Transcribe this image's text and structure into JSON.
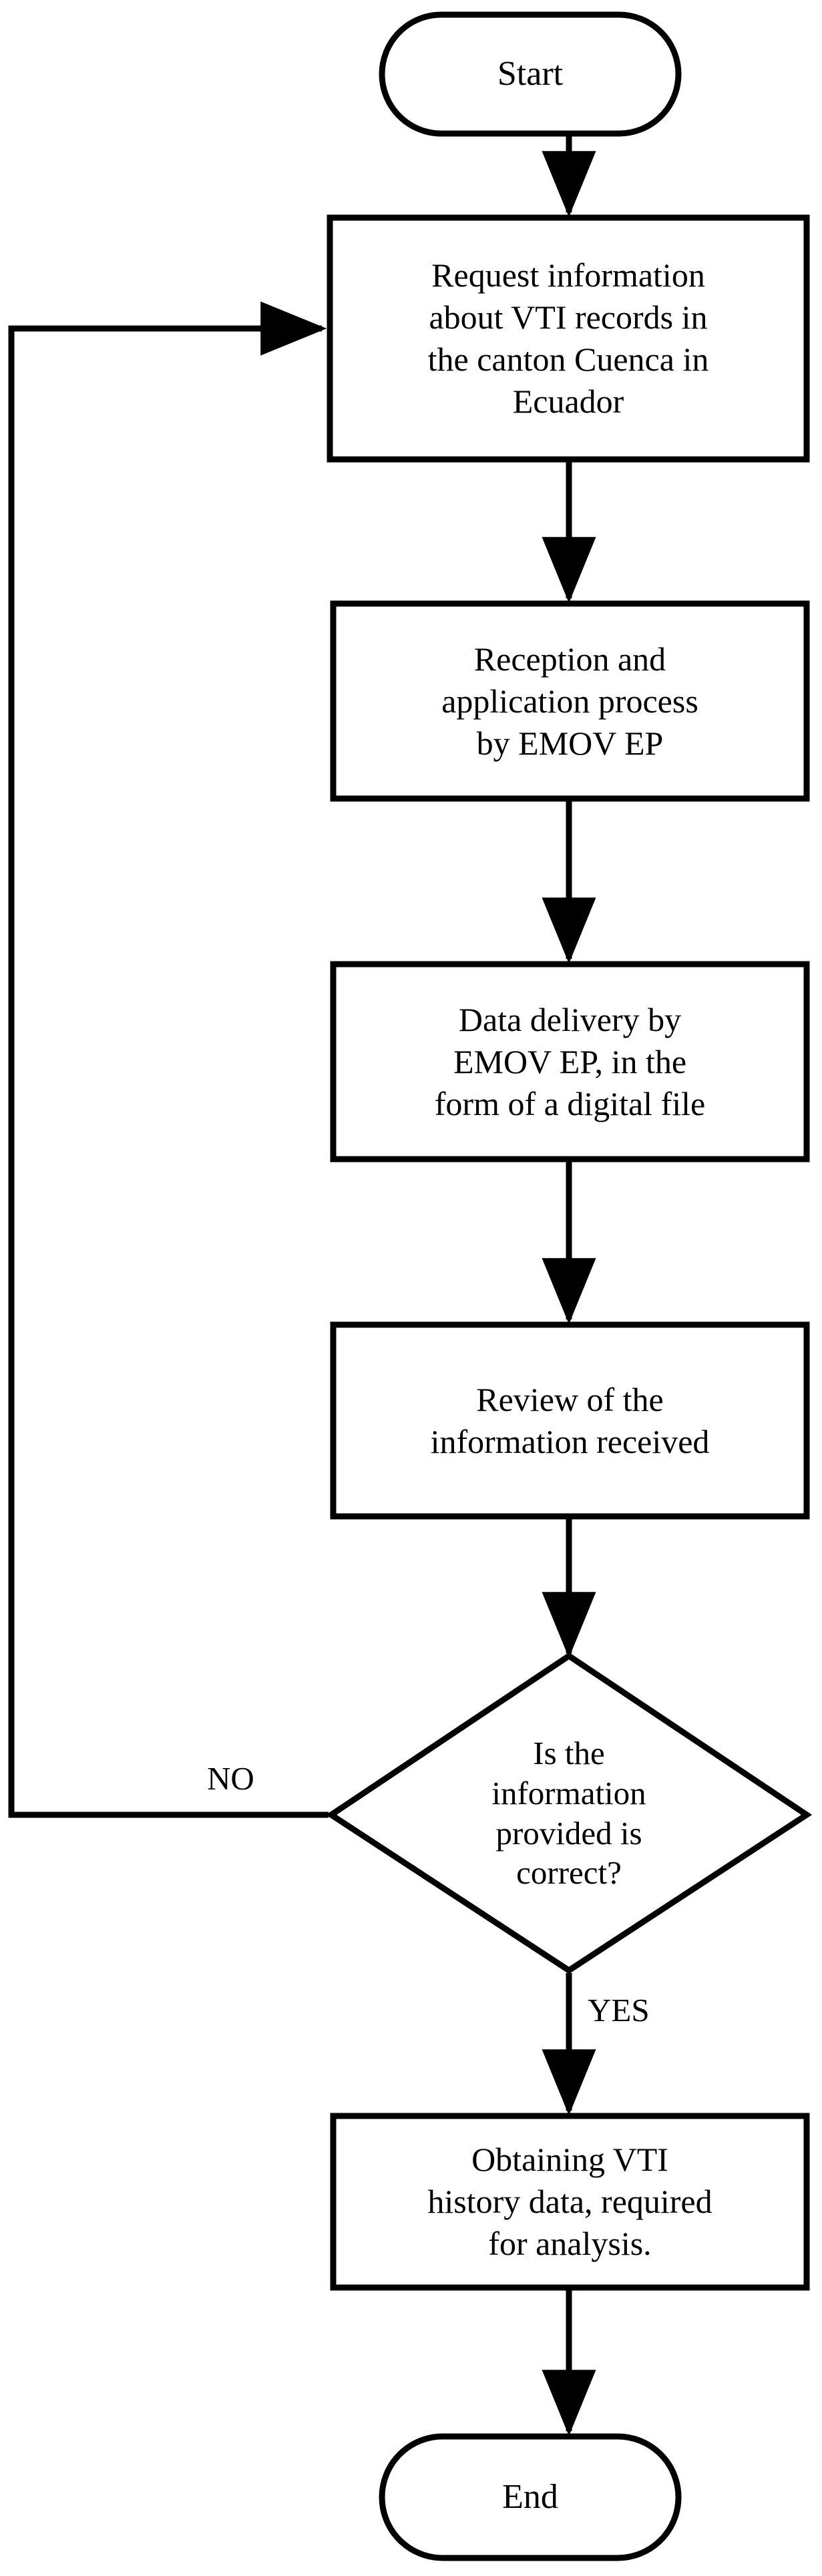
{
  "diagram": {
    "title": "VTI records data acquisition process flowchart",
    "type": "flowchart",
    "background_color": "#ffffff",
    "stroke_color": "#000000",
    "text_color": "#000000"
  },
  "nodes": {
    "start": {
      "shape": "terminator",
      "label": "Start"
    },
    "request_information": {
      "shape": "process",
      "label": "Request information\nabout VTI records in\nthe canton Cuenca in\nEcuador"
    },
    "reception_application": {
      "shape": "process",
      "label": "Reception and\napplication process\nby EMOV EP"
    },
    "data_delivery": {
      "shape": "process",
      "label": "Data delivery by\nEMOV EP, in the\nform of a digital file"
    },
    "review_information": {
      "shape": "process",
      "label": "Review of the\ninformation received"
    },
    "decision_correct": {
      "shape": "decision",
      "label": "Is the\ninformation\nprovided is\ncorrect?"
    },
    "obtaining_history": {
      "shape": "process",
      "label": "Obtaining VTI\nhistory data, required\nfor analysis."
    },
    "end": {
      "shape": "terminator",
      "label": "End"
    }
  },
  "edge_labels": {
    "no": "NO",
    "yes": "YES"
  }
}
